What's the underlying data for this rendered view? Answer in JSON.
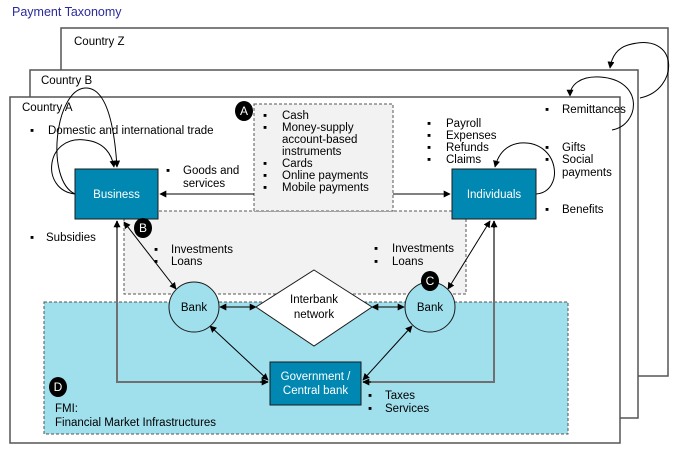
{
  "title": "Payment Taxonomy",
  "frames": {
    "country_z": "Country Z",
    "country_b": "Country B",
    "country_a": "Country A"
  },
  "nodes": {
    "business": "Business",
    "individuals": "Individuals",
    "bank_left": "Bank",
    "bank_right": "Bank",
    "interbank_line1": "Interbank",
    "interbank_line2": "network",
    "government_line1": "Government /",
    "government_line2": "Central bank"
  },
  "badges": {
    "a": "A",
    "b": "B",
    "c": "C",
    "d": "D"
  },
  "lists": {
    "instruments": [
      "Cash",
      "Money-supply",
      "account-based",
      "instruments",
      "Cards",
      "Online payments",
      "Mobile payments"
    ],
    "trade": "Domestic and international trade",
    "goods_line1": "Goods and",
    "goods_line2": "services",
    "subsidies": "Subsidies",
    "individuals_in": [
      "Payroll",
      "Expenses",
      "Refunds",
      "Claims"
    ],
    "remittances": "Remittances",
    "gifts": "Gifts",
    "social_line1": "Social",
    "social_line2": "payments",
    "benefits": "Benefits",
    "bank_left_items": [
      "Investments",
      "Loans"
    ],
    "bank_right_items": [
      "Investments",
      "Loans"
    ],
    "government_items": [
      "Taxes",
      "Services"
    ]
  },
  "fmi": {
    "label_line1": "FMI:",
    "label_line2": "Financial Market Infrastructures"
  },
  "colors": {
    "node_fill": "#0088b3",
    "fmi_fill": "#a0dfec",
    "gray_zone": "#f2f2f2",
    "title": "#2b2b9c"
  }
}
